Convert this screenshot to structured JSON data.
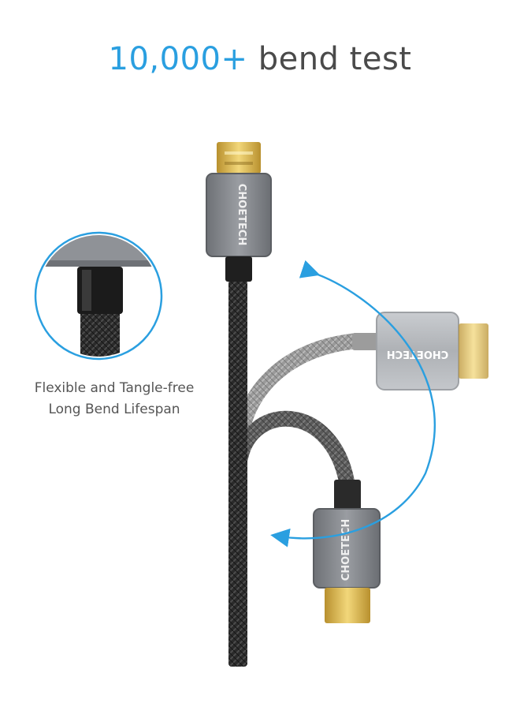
{
  "headline": {
    "accent_text": "10,000+",
    "rest_text": "bend test"
  },
  "caption": {
    "line1": "Flexible and Tangle-free",
    "line2": "Long Bend Lifespan"
  },
  "brand": {
    "logo_text": "CHOETECH"
  },
  "colors": {
    "accent": "#2a9fe0",
    "headline_text": "#4a4a4a",
    "caption_text": "#555555",
    "connector_shell": "#8c8f94",
    "connector_shell_light": "#b9bcc0",
    "gold_contacts": "#d9b24a",
    "cable_dark": "#2b2b2b",
    "cable_mid": "#555555",
    "cable_light": "#8a8a8a",
    "arrow": "#2a9fe0"
  },
  "icons": {
    "bend_arrow": "curved-arrow-icon",
    "zoom_detail": "magnified-detail-circle"
  }
}
